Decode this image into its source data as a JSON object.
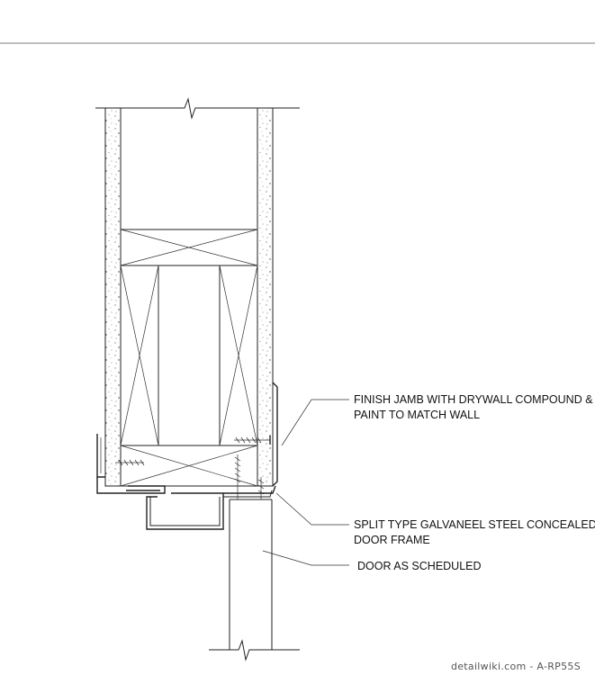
{
  "notes": [
    {
      "line1": "FINISH JAMB WITH DRYWALL COMPOUND &",
      "line2": "PAINT TO MATCH WALL"
    },
    {
      "line1": "SPLIT TYPE GALVANEEL STEEL CONCEALED",
      "line2": "DOOR FRAME"
    },
    {
      "line1": "DOOR AS SCHEDULED"
    }
  ],
  "watermark": "detailwiki.com - A-RP55S"
}
